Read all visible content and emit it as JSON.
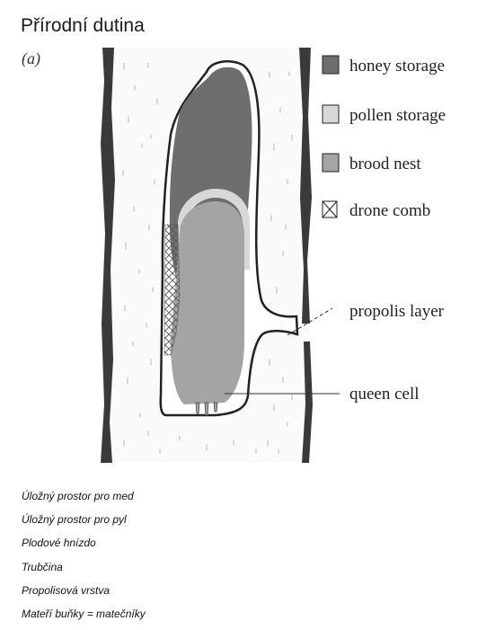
{
  "title": "Přírodní dutina",
  "panel_label": "(a)",
  "legend": [
    {
      "key": "honey",
      "label": "honey storage",
      "fill": "#6e6e6e"
    },
    {
      "key": "pollen",
      "label": "pollen storage",
      "fill": "#d8d8d8"
    },
    {
      "key": "brood",
      "label": "brood nest",
      "fill": "#a4a4a4"
    },
    {
      "key": "drone",
      "label": "drone comb",
      "fill": "crosshatch"
    }
  ],
  "callouts": {
    "propolis": "propolis layer",
    "queen": "queen cell"
  },
  "notes": [
    "Úložný prostor pro med",
    "Úložný prostor pro pyl",
    "Plodové hnízdo",
    "Trubčina",
    "Propolisová vrstva",
    "Mateří buňky = matečníky"
  ],
  "colors": {
    "honey": "#6e6e6e",
    "pollen": "#d8d8d8",
    "brood": "#a4a4a4",
    "trunk_edge": "#3a3a3a",
    "outline": "#222222"
  }
}
